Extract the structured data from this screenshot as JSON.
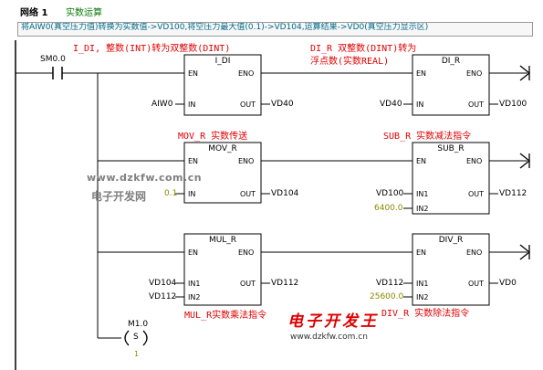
{
  "header": {
    "network_label": "网络 1",
    "network_title": "实数运算"
  },
  "comment": "将AIW0(真空压力值)转换为实数值->VD100,将空压力最大值(0.1)->VD104,运算结果->VD0(真空压力显示区)",
  "contact": {
    "address": "SM0.0"
  },
  "coil": {
    "address": "M1.0",
    "type": "S",
    "count": "1"
  },
  "blocks": {
    "i_di": {
      "title": "I_DI",
      "en": "EN",
      "eno": "ENO",
      "in": "IN",
      "out": "OUT",
      "in_val": "AIW0",
      "out_val": "VD40"
    },
    "di_r": {
      "title": "DI_R",
      "en": "EN",
      "eno": "ENO",
      "in": "IN",
      "out": "OUT",
      "in_val": "VD40",
      "out_val": "VD100"
    },
    "mov_r": {
      "title": "MOV_R",
      "en": "EN",
      "eno": "ENO",
      "in": "IN",
      "out": "OUT",
      "in_val": "0.1",
      "out_val": "VD104"
    },
    "sub_r": {
      "title": "SUB_R",
      "en": "EN",
      "eno": "ENO",
      "in1": "IN1",
      "in2": "IN2",
      "out": "OUT",
      "in1_val": "VD100",
      "in2_val": "6400.0",
      "out_val": "VD112"
    },
    "mul_r": {
      "title": "MUL_R",
      "en": "EN",
      "eno": "ENO",
      "in1": "IN1",
      "in2": "IN2",
      "out": "OUT",
      "in1_val": "VD104",
      "in2_val": "VD112",
      "out_val": "VD112"
    },
    "div_r": {
      "title": "DIV_R",
      "en": "EN",
      "eno": "ENO",
      "in1": "IN1",
      "in2": "IN2",
      "out": "OUT",
      "in1_val": "VD112",
      "in2_val": "25600.0",
      "out_val": "VD0"
    }
  },
  "annotations": {
    "i_di": "I_DI, 整数(INT)转为双整数(DINT)",
    "di_r_line1": "DI_R 双整数(DINT)转为",
    "di_r_line2": "浮点数(实数REAL)",
    "mov_r": "MOV_R 实数传送",
    "sub_r": "SUB_R 实数减法指令",
    "mul_r": "MUL_R实数乘法指令",
    "div_r": "DIV_R 实数除法指令"
  },
  "watermarks": {
    "url1": "www.dzkfw.com.cn",
    "name1": "电子开发网",
    "name2": "电子开发王",
    "url2": "www.dzkfw.com.cn"
  },
  "colors": {
    "annotation": "#e00000",
    "title_green": "#0a7a0a",
    "comment_text": "#006a8a"
  }
}
